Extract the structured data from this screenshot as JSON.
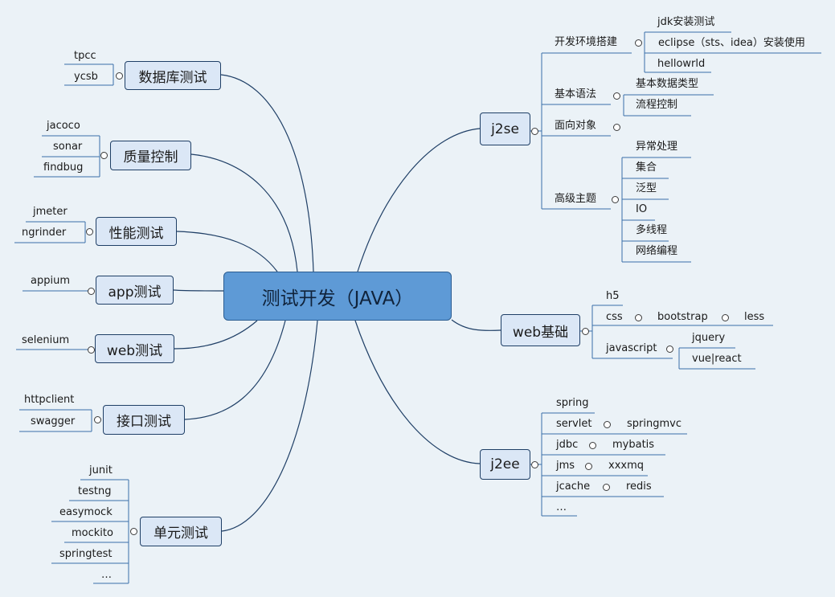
{
  "root": "测试开发（JAVA）",
  "right": {
    "j2se": {
      "label": "j2se",
      "dev_env": {
        "label": "开发环境搭建",
        "items": [
          "jdk安装测试",
          "eclipse（sts、idea）安装使用",
          "hellowrld"
        ]
      },
      "basic_syntax": {
        "label": "基本语法",
        "items": [
          "基本数据类型",
          "流程控制"
        ]
      },
      "oop": "面向对象",
      "advanced": {
        "label": "高级主题",
        "items": [
          "异常处理",
          "集合",
          "泛型",
          "IO",
          "多线程",
          "网络编程"
        ]
      }
    },
    "web": {
      "label": "web基础",
      "h5": "h5",
      "css": "css",
      "bootstrap": "bootstrap",
      "less": "less",
      "javascript": "javascript",
      "jquery": "jquery",
      "vue_react": "vue|react"
    },
    "j2ee": {
      "label": "j2ee",
      "spring": "spring",
      "servlet": "servlet",
      "springmvc": "springmvc",
      "jdbc": "jdbc",
      "mybatis": "mybatis",
      "jms": "jms",
      "xxxmq": "xxxmq",
      "jcache": "jcache",
      "redis": "redis",
      "more": "…"
    }
  },
  "left": {
    "database": {
      "label": "数据库测试",
      "items": [
        "tpcc",
        "ycsb"
      ]
    },
    "quality": {
      "label": "质量控制",
      "items": [
        "jacoco",
        "sonar",
        "findbug"
      ]
    },
    "performance": {
      "label": "性能测试",
      "items": [
        "jmeter",
        "ngrinder"
      ]
    },
    "app": {
      "label": "app测试",
      "items": [
        "appium"
      ]
    },
    "web": {
      "label": "web测试",
      "items": [
        "selenium"
      ]
    },
    "api": {
      "label": "接口测试",
      "items": [
        "httpclient",
        "swagger"
      ]
    },
    "unit": {
      "label": "单元测试",
      "items": [
        "junit",
        "testng",
        "easymock",
        "mockito",
        "springtest",
        "…"
      ]
    }
  },
  "colors": {
    "background": "#ebf2f7",
    "root_fill": "#5e9ad6",
    "node_fill": "#dbe7f6",
    "line": "#1f3f66"
  }
}
